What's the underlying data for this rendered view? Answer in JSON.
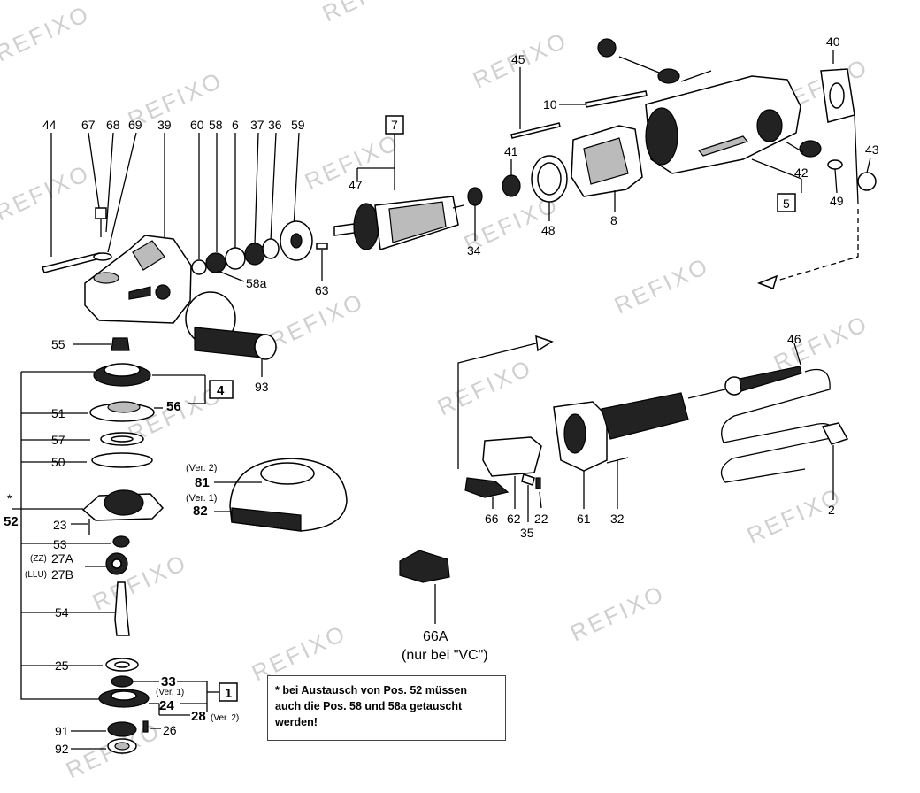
{
  "watermark": "REFIXO",
  "labels": {
    "l44": "44",
    "l67": "67",
    "l68": "68",
    "l69": "69",
    "l39": "39",
    "l60": "60",
    "l58": "58",
    "l6": "6",
    "l37": "37",
    "l36": "36",
    "l59": "59",
    "l58a": "58a",
    "l63": "63",
    "l47": "47",
    "l7": "7",
    "l34": "34",
    "l45": "45",
    "l10": "10",
    "l41": "41",
    "l48": "48",
    "l8": "8",
    "l40": "40",
    "l43": "43",
    "l42": "42",
    "l5": "5",
    "l49": "49",
    "l55": "55",
    "l93": "93",
    "l4": "4",
    "l56": "56",
    "l51": "51",
    "l57": "57",
    "l50": "50",
    "star": "*",
    "l52": "52",
    "l23": "23",
    "l53": "53",
    "l27a": "27A",
    "l27b": "27B",
    "zz": "(ZZ)",
    "llu": "(LLU)",
    "l54": "54",
    "l25": "25",
    "l33": "33",
    "ver1a": "(Ver. 1)",
    "l1": "1",
    "l24": "24",
    "l28": "28",
    "ver2a": "(Ver. 2)",
    "l26": "26",
    "l91": "91",
    "l92": "92",
    "ver2b": "(Ver. 2)",
    "l81": "81",
    "ver1b": "(Ver. 1)",
    "l82": "82",
    "l46": "46",
    "l66": "66",
    "l62": "62",
    "l35": "35",
    "l22": "22",
    "l61": "61",
    "l32": "32",
    "l2": "2",
    "l66a": "66A",
    "nurbei": "(nur bei \"VC\")"
  },
  "note": {
    "line1": "* bei Austausch von Pos. 52 müssen",
    "line2": "auch die Pos. 58 und 58a getauscht",
    "line3": "werden!"
  }
}
